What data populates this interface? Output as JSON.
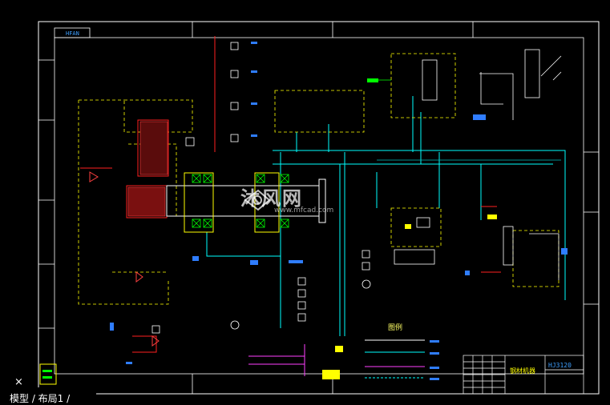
{
  "viewport_tab": {
    "label": "模型 / 布局1 /"
  },
  "close_glyph": "×",
  "watermark": {
    "brand": "沐风网",
    "url": "www.mfcad.com"
  },
  "legend": {
    "title": "图例"
  },
  "title_block": {
    "name": "钢材机器",
    "code": "HJ3120"
  },
  "frame_tag": "HFAN",
  "colors": {
    "background": "#000000",
    "frame": "#ffffff",
    "hydraulic_line": "#00ffff",
    "dashed_box": "#ffff00",
    "red_line": "#ff2020",
    "green_line": "#00ff00",
    "magenta_line": "#ff40ff",
    "blue_label": "#2f7dff"
  }
}
